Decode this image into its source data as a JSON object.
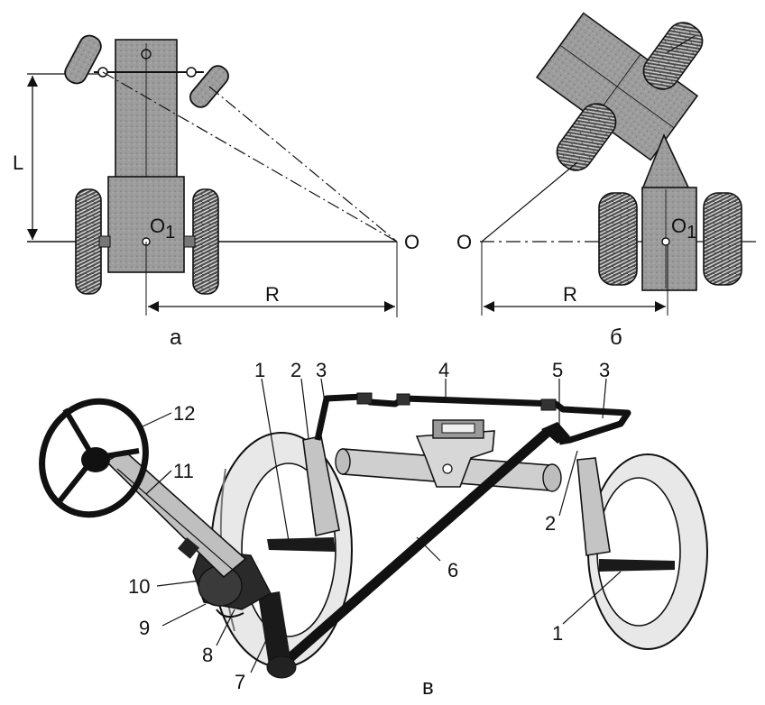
{
  "panels": {
    "a": {
      "caption": "а",
      "center_label": "O",
      "axle_label": "O",
      "axle_sub": "1",
      "wheelbase_label": "L",
      "radius_label": "R"
    },
    "b": {
      "caption": "б",
      "center_label": "O",
      "axle_label": "O",
      "axle_sub": "1",
      "radius_label": "R"
    },
    "c": {
      "caption": "в",
      "part_labels": [
        "1",
        "2",
        "3",
        "4",
        "5",
        "3",
        "2",
        "1",
        "6",
        "7",
        "8",
        "9",
        "10",
        "11",
        "12"
      ]
    }
  },
  "colors": {
    "ink": "#111111",
    "body_fill": "#9a9a9a",
    "tire_fill": "#5a5a5a",
    "wheel_disc": "#e6e6e6",
    "shaft": "#c8c8c8"
  }
}
